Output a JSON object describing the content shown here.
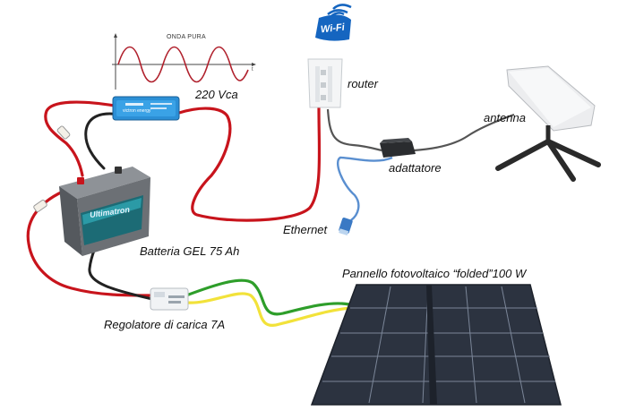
{
  "labels": {
    "inverter_output": "220 Vca",
    "router": "router",
    "antenna": "antenna",
    "adapter": "adattatore",
    "ethernet": "Ethernet",
    "battery": "Batteria GEL 75 Ah",
    "panel": "Pannello fotovoltaico “folded”100 W",
    "regulator": "Regolatore di carica 7A"
  },
  "waveform": {
    "title": "ONDA PURA"
  },
  "wifi_badge": {
    "text": "Wi-Fi"
  },
  "inverter": {
    "brand": "victron energy"
  },
  "battery_brand": "Ultimatron",
  "colors": {
    "positive_wire": "#c8141c",
    "negative_wire": "#222222",
    "pv_wire_green": "#2e9e2a",
    "pv_wire_yellow": "#f2e23a",
    "ethernet_cable": "#5a8fd0",
    "coax_cable": "#555555",
    "inverter_body": "#2b8fd6",
    "wifi_badge": "#1565c0",
    "sine_wave": "#b0202c"
  }
}
